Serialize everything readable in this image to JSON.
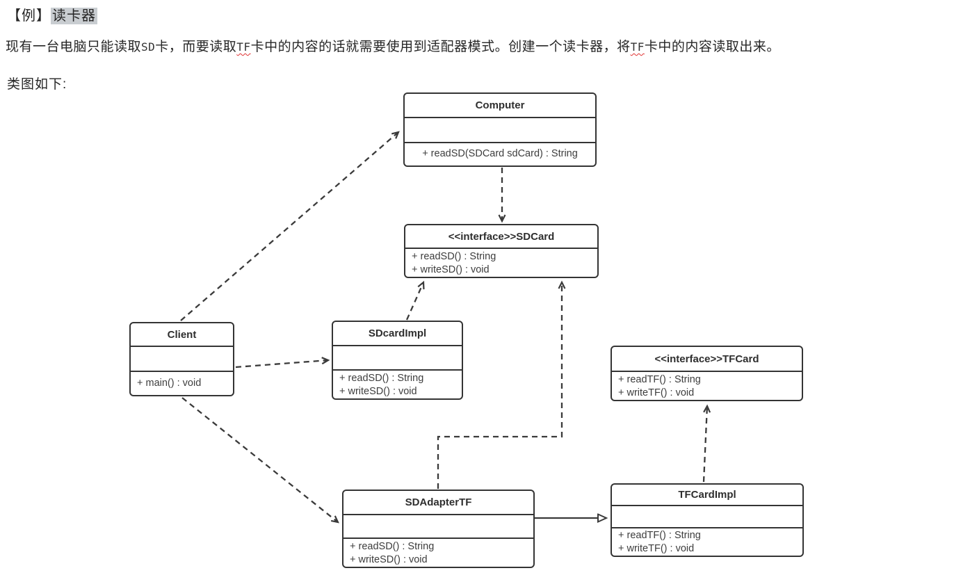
{
  "doc": {
    "title_prefix": "【例】",
    "title_highlight": "读卡器",
    "paragraph": {
      "segments": [
        "现有一台电脑只能读取",
        "SD",
        "卡，而要读取",
        "TF",
        "卡中的内容的话就需要使用到适配器模式。创建一个读卡器，将",
        "TF",
        "卡中的内容读取出来。"
      ]
    },
    "diagram_caption": "类图如下:"
  },
  "diagram": {
    "classes": [
      {
        "id": "computer",
        "name": "Computer",
        "attributes": [],
        "methods": [
          "+ readSD(SDCard sdCard) : String"
        ]
      },
      {
        "id": "sdcard",
        "name": "<<interface>>SDCard",
        "attributes": [],
        "methods": [
          "+ readSD() : String",
          "+ writeSD() : void"
        ]
      },
      {
        "id": "client",
        "name": "Client",
        "attributes": [],
        "methods": [
          "+ main() : void"
        ]
      },
      {
        "id": "sdcardimpl",
        "name": "SDcardImpl",
        "attributes": [],
        "methods": [
          "+ readSD() : String",
          "+ writeSD() : void"
        ]
      },
      {
        "id": "tfcard",
        "name": "<<interface>>TFCard",
        "attributes": [],
        "methods": [
          "+ readTF() : String",
          "+ writeTF() : void"
        ]
      },
      {
        "id": "sdadaptertf",
        "name": "SDAdapterTF",
        "attributes": [],
        "methods": [
          "+ readSD() : String",
          "+ writeSD() : void"
        ]
      },
      {
        "id": "tfcardimpl",
        "name": "TFCardImpl",
        "attributes": [],
        "methods": [
          "+ readTF() : String",
          "+ writeTF() : void"
        ]
      }
    ],
    "relationships": [
      {
        "from": "Client",
        "to": "Computer",
        "type": "dashed-open-arrow"
      },
      {
        "from": "Client",
        "to": "SDcardImpl",
        "type": "dashed-open-arrow"
      },
      {
        "from": "Client",
        "to": "SDAdapterTF",
        "type": "dashed-open-arrow"
      },
      {
        "from": "Computer",
        "to": "SDCard",
        "type": "dashed-open-arrow"
      },
      {
        "from": "SDcardImpl",
        "to": "SDCard",
        "type": "dashed-open-arrow"
      },
      {
        "from": "SDAdapterTF",
        "to": "SDCard",
        "type": "dashed-open-arrow"
      },
      {
        "from": "TFCardImpl",
        "to": "TFCard",
        "type": "dashed-open-arrow"
      },
      {
        "from": "SDAdapterTF",
        "to": "TFCardImpl",
        "type": "solid-hollow-triangle"
      }
    ],
    "colors": {
      "line": "#3a3a3a",
      "box_border": "#343434",
      "text": "#3d3d3d",
      "highlight": "#c9cdd1",
      "misspell": "#e03131"
    }
  }
}
